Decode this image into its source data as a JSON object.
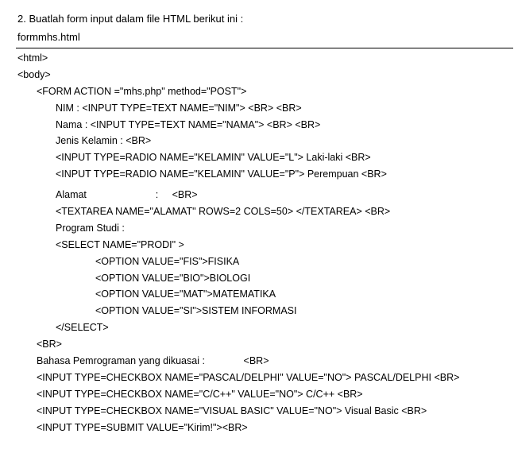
{
  "heading": "2. Buatlah form input dalam file HTML berikut ini :",
  "filename": "formmhs.html",
  "code_lines": {
    "l0": "<html>",
    "l1": "<body>",
    "l2": "<FORM ACTION =\"mhs.php\" method=\"POST\">",
    "l3": "NIM : <INPUT TYPE=TEXT NAME=\"NIM\"> <BR> <BR>",
    "l4": "Nama : <INPUT TYPE=TEXT NAME=\"NAMA\"> <BR> <BR>",
    "l5": "Jenis Kelamin : <BR>",
    "l6": "<INPUT TYPE=RADIO NAME=\"KELAMIN\" VALUE=\"L\"> Laki-laki <BR>",
    "l7": "<INPUT TYPE=RADIO NAME=\"KELAMIN\" VALUE=\"P\"> Perempuan <BR>",
    "l8": "Alamat                         :     <BR>",
    "l9": "<TEXTAREA NAME=\"ALAMAT\" ROWS=2 COLS=50> </TEXTAREA> <BR>",
    "l10": "Program Studi :",
    "l11": "<SELECT NAME=\"PRODI\" >",
    "l12": "<OPTION VALUE=\"FIS\">FISIKA",
    "l13": "<OPTION VALUE=\"BIO\">BIOLOGI",
    "l14": "<OPTION VALUE=\"MAT\">MATEMATIKA",
    "l15": "<OPTION VALUE=\"SI\">SISTEM INFORMASI",
    "l16": "</SELECT>",
    "l17": "<BR>",
    "l18": "Bahasa Pemrograman yang dikuasai :              <BR>",
    "l19": "<INPUT TYPE=CHECKBOX NAME=\"PASCAL/DELPHI\" VALUE=\"NO\"> PASCAL/DELPHI <BR>",
    "l20": "<INPUT TYPE=CHECKBOX NAME=\"C/C++\" VALUE=\"NO\"> C/C++ <BR>",
    "l21": "<INPUT TYPE=CHECKBOX NAME=\"VISUAL BASIC\" VALUE=\"NO\"> Visual Basic <BR>",
    "l22": "<INPUT TYPE=SUBMIT VALUE=\"Kirim!\"><BR>"
  }
}
